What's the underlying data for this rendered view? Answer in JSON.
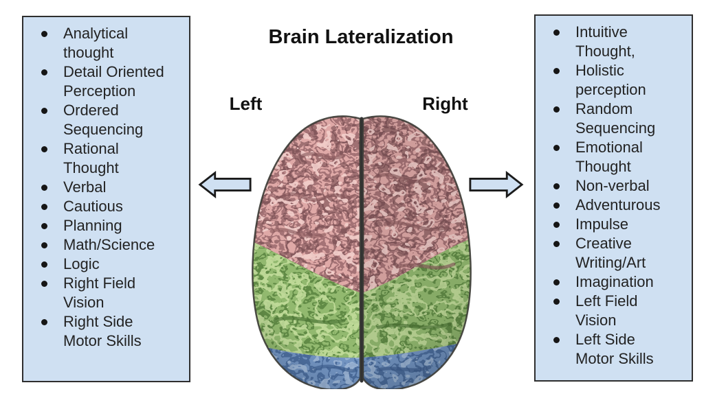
{
  "title": "Brain Lateralization",
  "labels": {
    "left": "Left",
    "right": "Right"
  },
  "left_panel": {
    "items": [
      "Analytical\nthought",
      "Detail Oriented\nPerception",
      "Ordered\nSequencing",
      "Rational\nThought",
      "Verbal",
      "Cautious",
      "Planning",
      "Math/Science",
      "Logic",
      "Right Field\nVision",
      "Right Side\nMotor Skills"
    ]
  },
  "right_panel": {
    "items": [
      "Intuitive\nThought,",
      "Holistic\nperception",
      "Random\nSequencing",
      "Emotional\nThought",
      "Non-verbal",
      "Adventurous",
      "Impulse",
      "Creative\nWriting/Art",
      "Imagination",
      "Left Field\nVision",
      "Left Side\nMotor Skills"
    ]
  },
  "brain_regions": {
    "frontal": "pink",
    "parietal": "green",
    "occipital": "blue"
  },
  "colors": {
    "panel_fill": "#cfe0f2",
    "panel_border": "#2e2e2e",
    "text": "#222222",
    "title": "#111111",
    "arrow_fill": "#cfe0f2",
    "arrow_stroke": "#1b1b1b",
    "frontal_pink": "#dfa9a7",
    "frontal_dark": "#9c6b6e",
    "frontal_deep": "#6b4347",
    "frontal_light": "#f2cfcb",
    "parietal_green": "#92b96f",
    "parietal_dark": "#55803c",
    "parietal_light": "#c6de9f",
    "occipital_blue": "#7496c4",
    "occipital_dark": "#46699b",
    "occipital_light": "#a9c1df",
    "brain_outline": "#3b3b35",
    "fissure": "#20201f"
  }
}
